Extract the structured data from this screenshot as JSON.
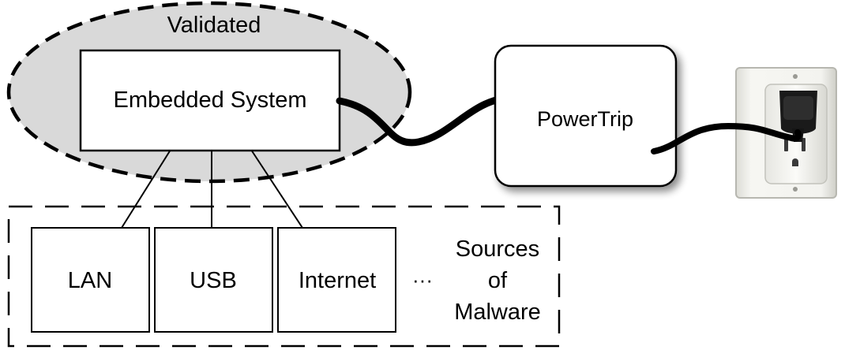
{
  "diagram": {
    "validated_label": "Validated",
    "embedded_system_label": "Embedded System",
    "powertrip_label": "PowerTrip",
    "sources": [
      {
        "label": "LAN"
      },
      {
        "label": "USB"
      },
      {
        "label": "Internet"
      }
    ],
    "ellipsis": "···",
    "sources_caption": [
      "Sources",
      "of",
      "Malware"
    ]
  },
  "colors": {
    "validated_region_fill": "#d9d9d9",
    "stroke": "#000000",
    "cable": "#000000",
    "wall_plate": "#f2f2ef",
    "plug": "#1a1a1a"
  }
}
